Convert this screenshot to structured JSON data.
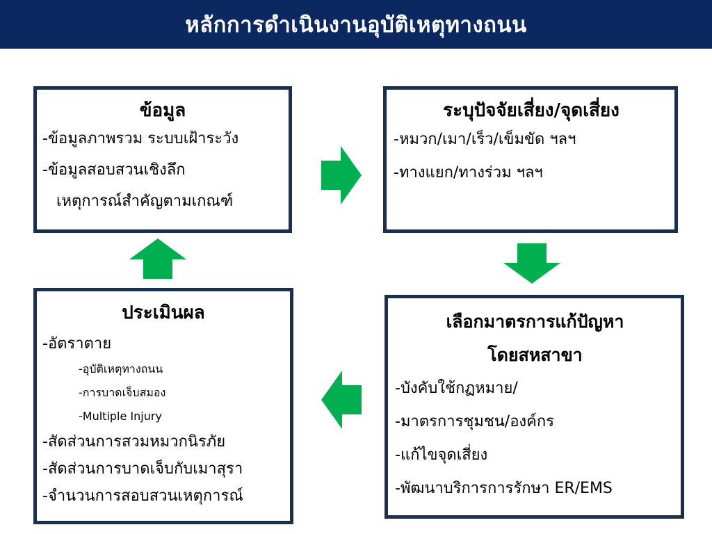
{
  "header": {
    "title": "หลักการดำเนินงานอุบัติเหตุทางถนน"
  },
  "boxes": {
    "data": {
      "title": "ข้อมูล",
      "lines": [
        "-ข้อมูลภาพรวม ระบบเฝ้าระวัง",
        "-ข้อมูลสอบสวนเชิงลึก",
        "เหตุการณ์สำคัญตามเกณฑ์"
      ]
    },
    "risk": {
      "title": "ระบุปัจจัยเสี่ยง/จุดเสี่ยง",
      "lines": [
        "-หมวก/เมา/เร็ว/เข็มขัด ฯลฯ",
        "-ทางแยก/ทางร่วม ฯลฯ"
      ]
    },
    "measure": {
      "title_line1": "เลือกมาตรการแก้ปัญหา",
      "title_line2": "โดยสหสาขา",
      "lines": [
        "-บังคับใช้กฏหมาย/",
        "-มาตรการชุมชน/องค์กร",
        "-แก้ไขจุดเสี่ยง",
        "-พัฒนาบริการการรักษา ER/EMS"
      ]
    },
    "eval": {
      "title": "ประเมินผล",
      "lines": [
        "-อัตราตาย",
        "-อุบัติเหตุทางถนน",
        "-การบาดเจ็บสมอง",
        "-Multiple Injury",
        "-สัดส่วนการสวมหมวกนิรภัย",
        "-สัดส่วนการบาดเจ็บกับเมาสุรา",
        "-จำนวนการสอบสวนเหตุการณ์"
      ]
    }
  },
  "colors": {
    "header_bg": "#0c2861",
    "box_border": "#1b2f4f",
    "arrow_green": "#00b050"
  },
  "icons": {
    "arrow_right": "arrow-right-icon",
    "arrow_down": "arrow-down-icon",
    "arrow_left": "arrow-left-icon",
    "arrow_up": "arrow-up-icon"
  }
}
